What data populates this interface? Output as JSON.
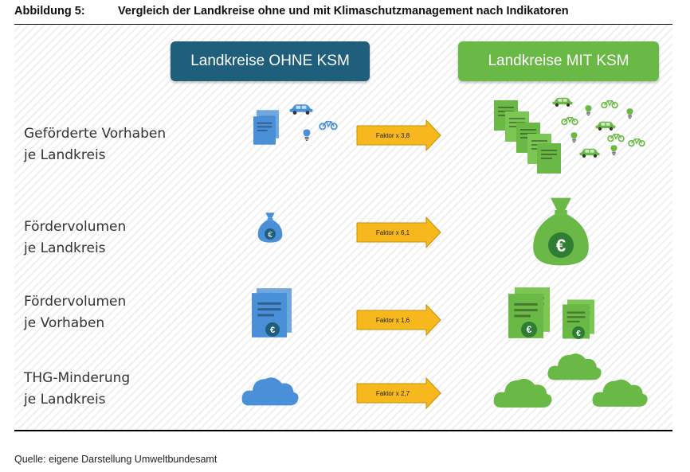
{
  "figure": {
    "number": "Abbildung 5:",
    "title": "Vergleich der Landkreise ohne und mit Klimaschutzmanagement nach Indikatoren"
  },
  "headers": {
    "ohne": "Landkreise OHNE KSM",
    "mit": "Landkreise MIT KSM"
  },
  "rows": [
    {
      "line1": "Geförderte Vorhaben",
      "line2": "je Landkreis",
      "factor": "Faktor x 3,8"
    },
    {
      "line1": "Fördervolumen",
      "line2": "je Landkreis",
      "factor": "Faktor x 6,1"
    },
    {
      "line1": "Fördervolumen",
      "line2": "je Vorhaben",
      "factor": "Faktor x 1,6"
    },
    {
      "line1": "THG-Minderung",
      "line2": "je Landkreis",
      "factor": "Faktor x 2,7"
    }
  ],
  "icons": {
    "euro_symbol": "€",
    "ohne_color": "#4a90d9",
    "mit_color": "#6ab845"
  },
  "colors": {
    "header_ohne": "#1f5f7b",
    "header_mit": "#6ab845",
    "arrow": "#f6b81c"
  },
  "source": "Quelle: eigene Darstellung Umweltbundesamt"
}
